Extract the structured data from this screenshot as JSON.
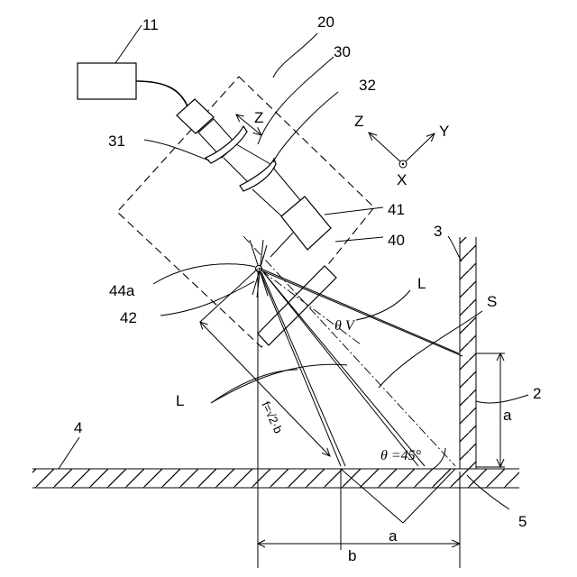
{
  "labels": {
    "light_source": "11",
    "device": "20",
    "optical_unit": "30",
    "lens_31": "31",
    "lens_32": "32",
    "z_axis_local": "Z",
    "coord_z": "Z",
    "coord_y": "Y",
    "coord_x": "X",
    "mirror_unit": "41",
    "scanner": "40",
    "ref_3": "3",
    "mirror_44a": "44a",
    "ref_42": "42",
    "light_L_top": "L",
    "spot_S": "S",
    "theta_v": "θ V",
    "light_L_left": "L",
    "wall_2": "2",
    "dim_a_vertical": "a",
    "focal_formula": "f=√2·b",
    "theta_45": "θ =45°",
    "floor_4": "4",
    "corner_5": "5",
    "dim_a_bottom": "a",
    "dim_b": "b"
  }
}
